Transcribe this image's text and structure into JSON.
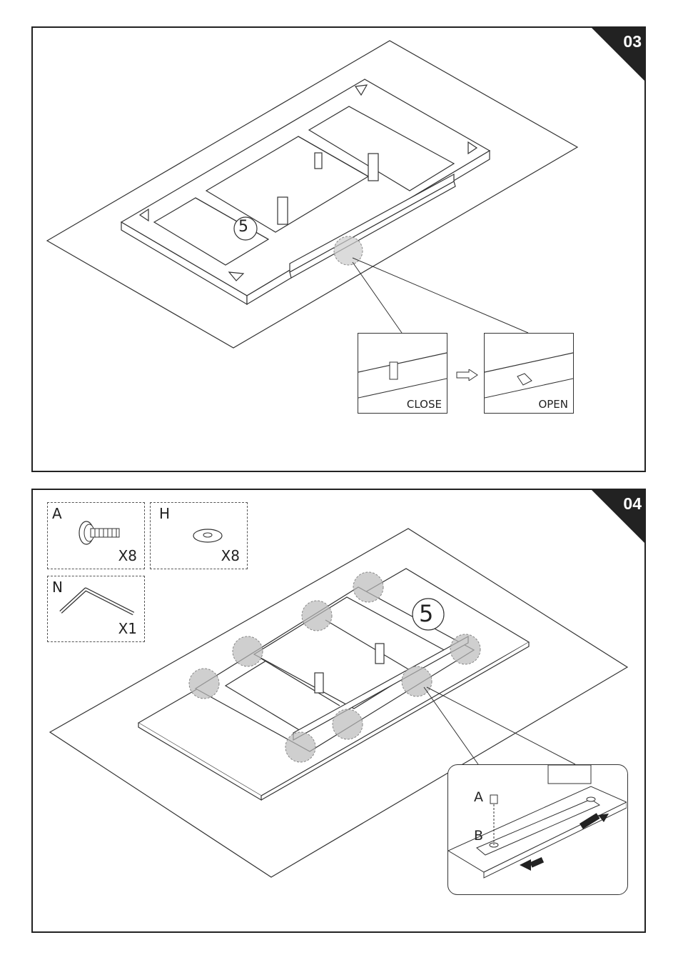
{
  "steps": [
    {
      "number": "03",
      "part_callout": "5",
      "insets": {
        "before_label": "CLOSE",
        "after_label": "OPEN"
      }
    },
    {
      "number": "04",
      "part_callout": "5",
      "parts": [
        {
          "letter": "A",
          "quantity": "X8",
          "icon": "screw-icon"
        },
        {
          "letter": "H",
          "quantity": "X8",
          "icon": "washer-icon"
        },
        {
          "letter": "N",
          "quantity": "X1",
          "icon": "hex-key-icon"
        }
      ],
      "detail_labels": {
        "screw": "A",
        "washer": "B"
      }
    }
  ]
}
